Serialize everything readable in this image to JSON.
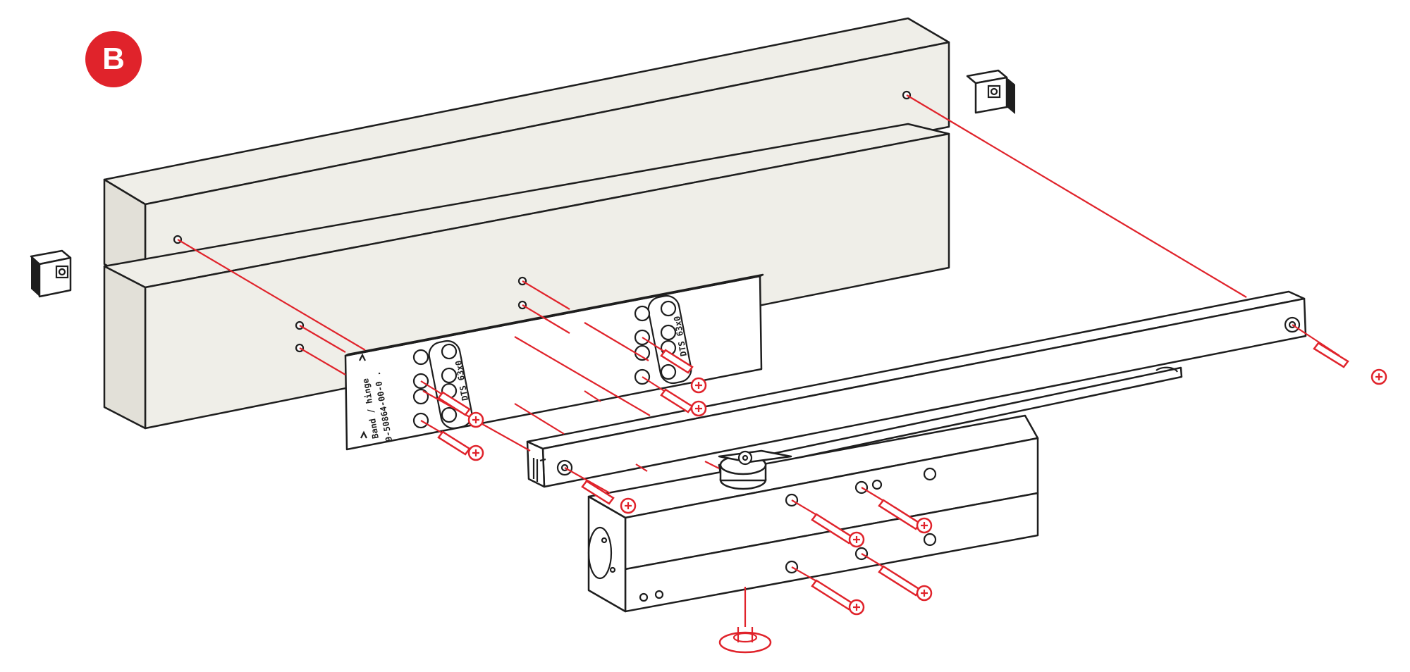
{
  "step": {
    "letter": "B"
  },
  "plate": {
    "label_left_1": "Band / hinge",
    "label_left_2": "9-50864-00-0 .",
    "label_mid": "DTS 63x0",
    "label_right": "DTS 63x0"
  },
  "colors": {
    "accent": "#e0232b",
    "guide_line": "#e0232b",
    "outline": "#1e1e1e",
    "wood_fill": "#efeee8",
    "metal_fill": "#ffffff"
  },
  "parts": {
    "icons": [
      "end-cap-icon",
      "end-cap-icon",
      "screw-icon",
      "adjuster-nut-icon"
    ]
  }
}
